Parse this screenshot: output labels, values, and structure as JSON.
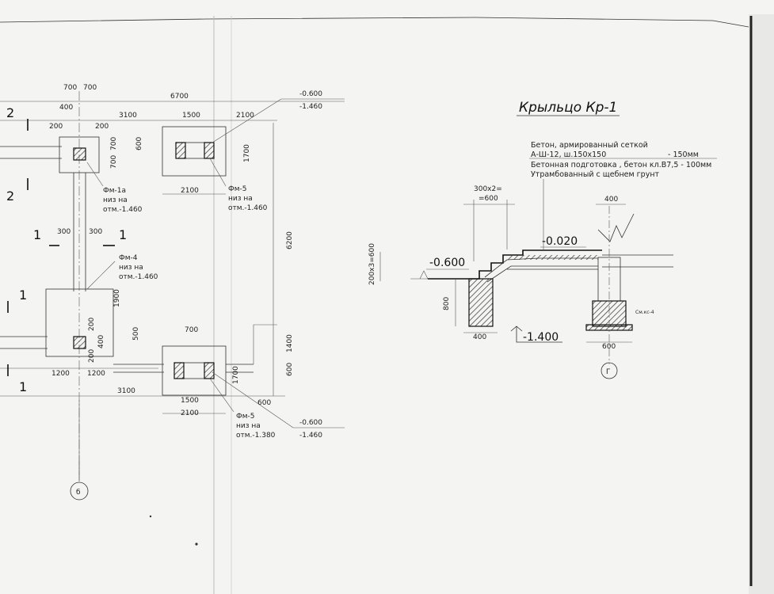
{
  "plan": {
    "dims_top": [
      "700",
      "700",
      "6700",
      "400",
      "200",
      "3100",
      "200",
      "1500",
      "2100"
    ],
    "dims_left": [
      "700",
      "700",
      "600",
      "1700"
    ],
    "dims_mid": [
      "2100",
      "300",
      "300",
      "6200",
      "1900",
      "200",
      "400",
      "500",
      "200",
      "1400",
      "700",
      "1700",
      "600"
    ],
    "dims_bottom": [
      "1200",
      "1200",
      "3100",
      "1500",
      "2100",
      "600"
    ],
    "axis_labels": [
      "2",
      "2",
      "1",
      "1",
      "1",
      "1"
    ],
    "column_marker": "б",
    "elev_top": [
      "-0.600",
      "-1.460"
    ],
    "elev_bottom": [
      "-0.600",
      "-1.460"
    ],
    "labels": {
      "fm1a": [
        "Фм-1а",
        "низ на",
        "отм.-1.460"
      ],
      "fm5_top": [
        "Фм-5",
        "низ на",
        "отм.-1.460"
      ],
      "fm4": [
        "Фм-4",
        "низ на",
        "отм.-1.460"
      ],
      "fm5_bottom": [
        "Фм-5",
        "низ на",
        "отм.-1.380"
      ]
    }
  },
  "section": {
    "title": "Крыльцо Кр-1",
    "notes": [
      "Бетон, армированный сеткой",
      "А-Ш-12, ш.150х150",
      "- 150мм",
      "Бетонная подготовка , бетон кл.В7,5  - 100мм",
      "Утрамбованный с щебнем грунт"
    ],
    "steps_dim": [
      "300х2=",
      "=600"
    ],
    "dim_400_top": "400",
    "elev_020": "-0.020",
    "elev_600": "-0.600",
    "elev_1400": "-1.400",
    "vert_dim": "200х3=600",
    "dim_800": "800",
    "dim_400_bottom": "400",
    "dim_600_bottom": "600",
    "fm_label": "См.кс-4",
    "axis_marker": "Г"
  }
}
